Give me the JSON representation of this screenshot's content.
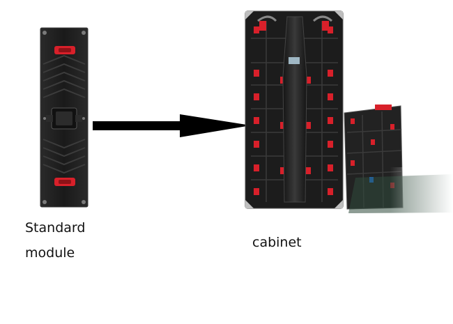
{
  "labels": {
    "standard_module": "Standard module",
    "standard_module_line1": "Standard",
    "standard_module_line2": "module",
    "cabinet": "cabinet"
  },
  "colors": {
    "panel": "#1a1a1a",
    "panel_edge": "#333333",
    "accent_red": "#d8202a",
    "arrow": "#000000",
    "frame_silver": "#bfbfbf"
  },
  "icons": {
    "arrow": "arrow-right-icon"
  }
}
